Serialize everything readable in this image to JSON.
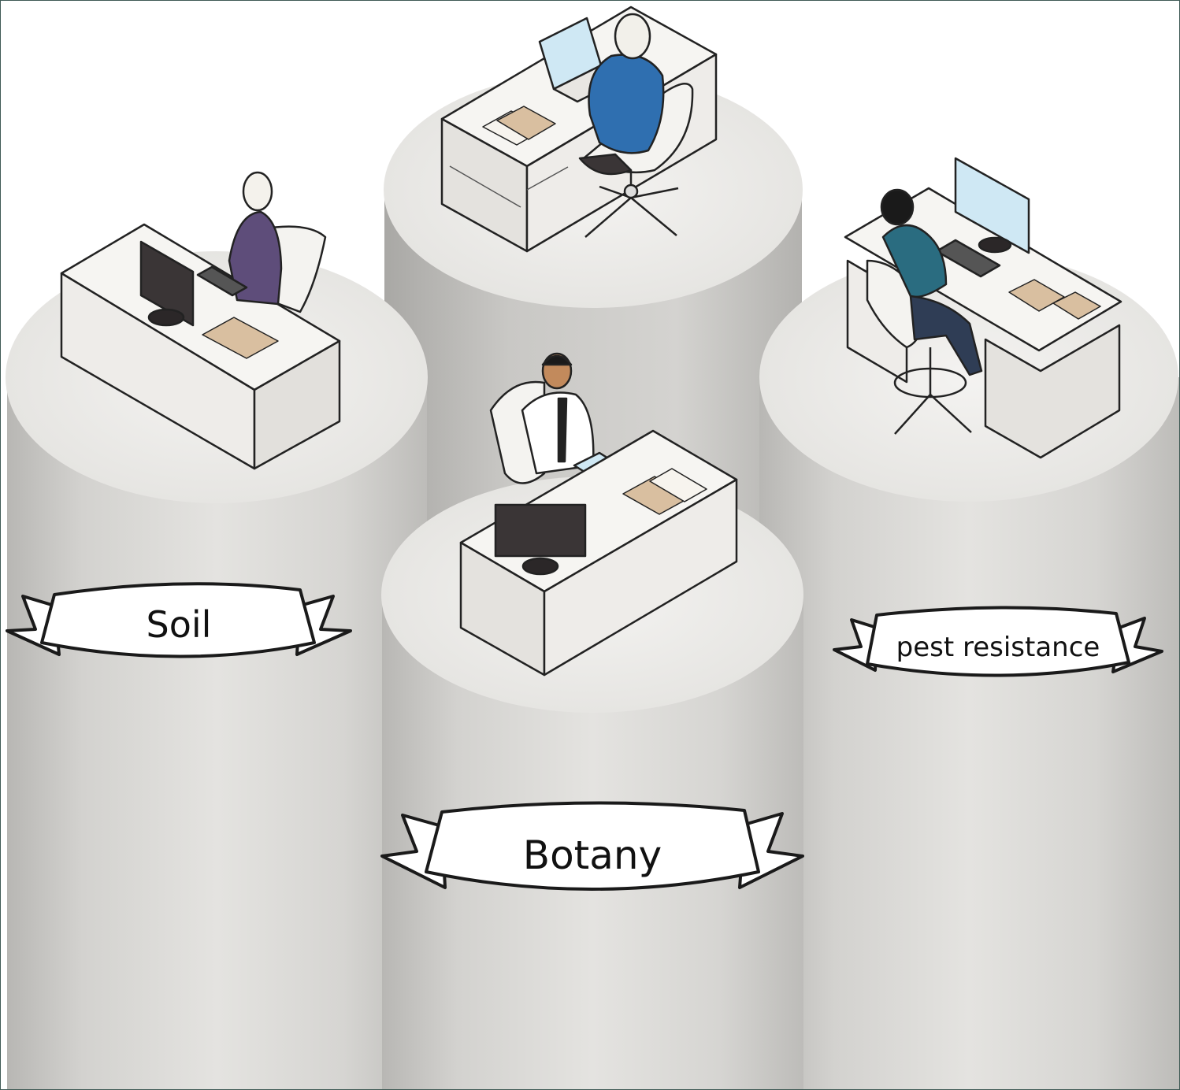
{
  "labels": {
    "left": "Soil",
    "right": "pest resistance",
    "center": "Botany"
  },
  "colors": {
    "pillar_light": "#e8e7e4",
    "pillar_mid": "#cfcecb",
    "pillar_dark": "#b4b3b0",
    "pillar_top": "#efeeec",
    "desk_top": "#f6f5f2",
    "desk_side": "#e2e0dc",
    "paper": "#d9bfa0",
    "monitor": "#3a3536",
    "screen": "#cfe8f4",
    "outline": "#222222",
    "frame": "#3f5a55"
  }
}
